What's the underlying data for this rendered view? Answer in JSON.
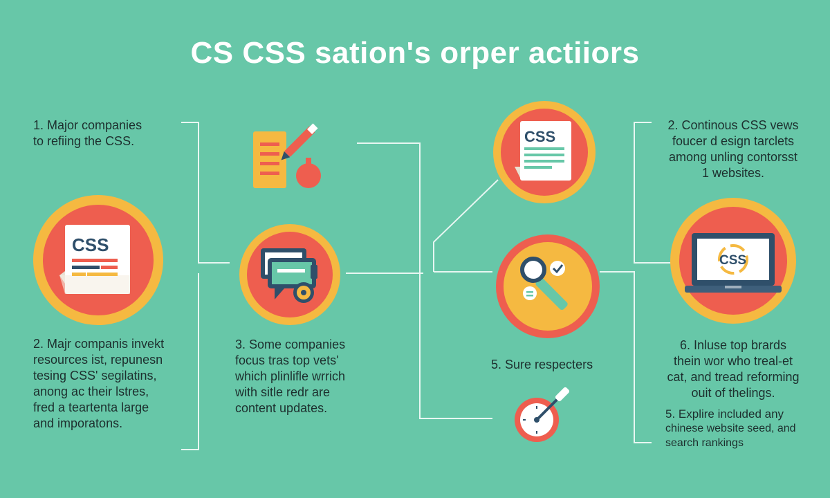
{
  "title": "CS CSS sation's orper actiiors",
  "colors": {
    "background": "#67c7a8",
    "ring": "#f5b941",
    "red": "#ee5e4f",
    "navy": "#2f4f6a",
    "white": "#ffffff"
  },
  "blocks": {
    "b1": [
      "1.  Major companies",
      "to refiing the CSS."
    ],
    "b2": [
      "2. Majr companis invekt",
      "resources ist, repunesn",
      "tesing CSS' segilatins,",
      "anong ac their lstres,",
      "fred a teartenta large",
      "and imporatons."
    ],
    "b3": [
      "3. Some companies",
      "focus tras top vets'",
      "which plinlifle wrrich",
      "with sitle redr are",
      "content updates."
    ],
    "b4": [
      "2. Continous CSS vews",
      "foucer d esign tarclets",
      "among unling contorsst",
      "1 websites."
    ],
    "b5": [
      "5. Sure respecters"
    ],
    "b6": [
      "6. Inluse top brards",
      "thein wor who treal-et",
      "cat, and tread reforming",
      "ouit of thelings."
    ],
    "b7": [
      "5. Explire included any",
      "chinese website seed, and",
      "search rankings"
    ]
  },
  "icons": {
    "left_document": {
      "name": "css-document-icon",
      "label": "CSS"
    },
    "design_tools": {
      "name": "design-tools-icon"
    },
    "chat_window": {
      "name": "chat-window-icon"
    },
    "top_document": {
      "name": "css-file-icon",
      "label": "CSS"
    },
    "search_check": {
      "name": "search-magnifier-icon"
    },
    "speed_gauge": {
      "name": "speed-gauge-icon"
    },
    "laptop": {
      "name": "css-laptop-icon",
      "label": "CSS"
    }
  }
}
